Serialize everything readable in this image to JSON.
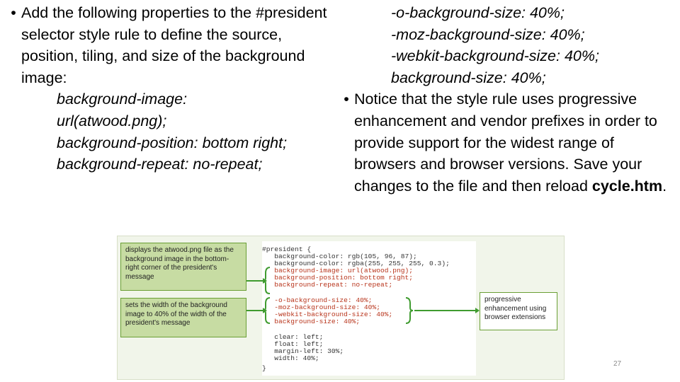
{
  "left": {
    "bullet_text": "Add the following properties to the #president selector style rule to define the source, position, tiling, and size of the background image:",
    "code": [
      "background-image:",
      "url(atwood.png);",
      "background-position: bottom right;",
      "background-repeat: no-repeat;"
    ]
  },
  "right": {
    "code": [
      "-o-background-size: 40%;",
      "-moz-background-size: 40%;",
      "-webkit-background-size: 40%;",
      "background-size: 40%;"
    ],
    "bullet_text": "Notice that the style rule uses progressive enhancement and vendor prefixes in order to provide support for the widest range of browsers and browser versions. Save your changes to the file and then reload ",
    "bullet_bold": "cycle.htm",
    "bullet_end": "."
  },
  "figure": {
    "code_lines": [
      "#president {",
      "   background-color: rgb(105, 96, 87);",
      "   background-color: rgba(255, 255, 255, 0.3);",
      "   background-image: url(atwood.png);",
      "   background-position: bottom right;",
      "   background-repeat: no-repeat;",
      "",
      "   -o-background-size: 40%;",
      "   -moz-background-size: 40%;",
      "   -webkit-background-size: 40%;",
      "   background-size: 40%;",
      "",
      "   clear: left;",
      "   float: left;",
      "   margin-left: 30%;",
      "   width: 40%;",
      "}"
    ],
    "callouts": [
      "displays the atwood.png file as the background image in the bottom-right corner of the president's message",
      "sets the width of the background image to 40% of the width of the president's message",
      "progressive enhancement using browser extensions"
    ],
    "colors": {
      "callout_fill": "#c7dca3",
      "callout_border": "#6a9f35",
      "arrow": "#3f9b2f",
      "code_highlight": "#b8341b"
    }
  },
  "slide_number": "27",
  "bullet_glyph": "•"
}
